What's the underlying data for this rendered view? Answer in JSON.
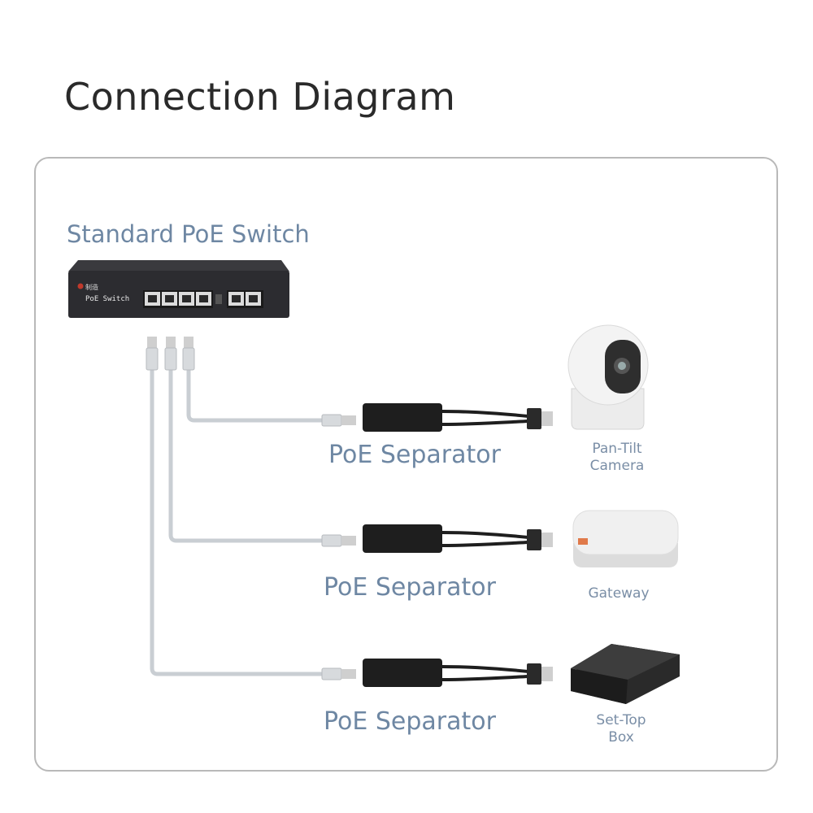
{
  "title": "Connection Diagram",
  "switch": {
    "label": "Standard PoE Switch",
    "brand_text": "PoE Switch"
  },
  "separators": [
    {
      "label": "PoE Separator"
    },
    {
      "label": "PoE Separator"
    },
    {
      "label": "PoE Separator"
    }
  ],
  "devices": [
    {
      "line1": "Pan-Tilt",
      "line2": "Camera"
    },
    {
      "line1": "Gateway",
      "line2": ""
    },
    {
      "line1": "Set-Top",
      "line2": "Box"
    }
  ],
  "colors": {
    "accent_text": "#6e87a3",
    "cable": "#c9ced3",
    "device_dark": "#1e1e1e"
  }
}
